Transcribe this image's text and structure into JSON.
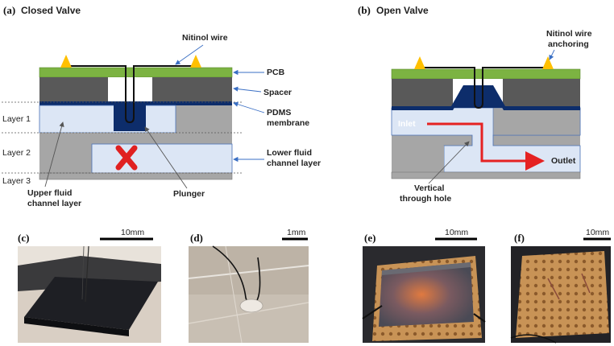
{
  "panel_a": {
    "letter": "(a)",
    "title": "Closed Valve"
  },
  "panel_b": {
    "letter": "(b)",
    "title": "Open Valve"
  },
  "labels_a": {
    "nitinol_wire": "Nitinol wire",
    "pcb": "PCB",
    "spacer": "Spacer",
    "pdms_1": "PDMS",
    "pdms_2": "membrane",
    "lower_1": "Lower fluid",
    "lower_2": "channel layer",
    "plunger": "Plunger",
    "upper_1": "Upper fluid",
    "upper_2": "channel layer",
    "layer1": "Layer 1",
    "layer2": "Layer 2",
    "layer3": "Layer 3"
  },
  "labels_b": {
    "anchor_1": "Nitinol wire",
    "anchor_2": "anchoring",
    "inlet": "Inlet",
    "outlet": "Outlet",
    "vertical_1": "Vertical",
    "vertical_2": "through hole"
  },
  "photos": [
    {
      "letter": "(c)",
      "scale": "10mm"
    },
    {
      "letter": "(d)",
      "scale": "1mm"
    },
    {
      "letter": "(e)",
      "scale": "10mm"
    },
    {
      "letter": "(f)",
      "scale": "10mm"
    }
  ],
  "colors": {
    "pcb": "#7cb342",
    "spacer": "#595959",
    "layer": "#a6a6a6",
    "channel": "#dce6f5",
    "membrane": "#0d2d6b",
    "anchor": "#ffc000",
    "cross": "#e02020",
    "flow": "#e52222"
  }
}
